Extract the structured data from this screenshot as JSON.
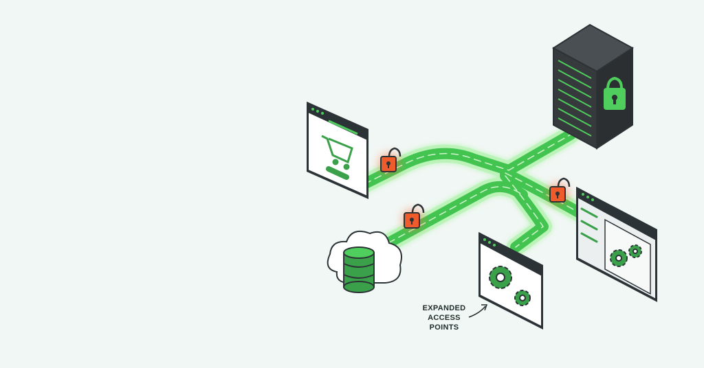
{
  "annotation": {
    "lines": [
      "EXPANDED",
      "ACCESS",
      "POINTS"
    ]
  },
  "nodes": [
    {
      "id": "server",
      "icon": "server-rack-icon",
      "badge": "padlock-locked-icon"
    },
    {
      "id": "shop",
      "icon": "shopping-cart-icon"
    },
    {
      "id": "cloud-db",
      "icon": "cloud-database-icon"
    },
    {
      "id": "admin-panel",
      "icon": "gears-icon"
    },
    {
      "id": "settings-panel",
      "icon": "gears-icon"
    }
  ],
  "access_points": [
    {
      "id": "shop-link",
      "icon": "padlock-unlocked-icon",
      "color": "#ef5b2a"
    },
    {
      "id": "cloud-link",
      "icon": "padlock-unlocked-icon",
      "color": "#ef5b2a"
    },
    {
      "id": "settings-link",
      "icon": "padlock-unlocked-icon",
      "color": "#ef5b2a"
    }
  ],
  "colors": {
    "background": "#f1f7f4",
    "path": "#43c451",
    "path_glow": "#8ff08a",
    "server": "#363a3d",
    "accent": "#3aa04a",
    "outline": "#2c3336",
    "warning": "#ef5b2a"
  }
}
